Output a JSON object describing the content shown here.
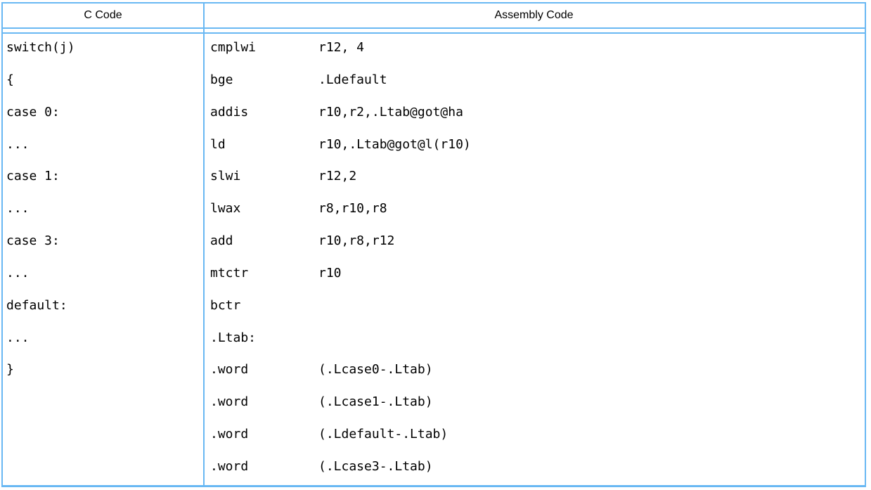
{
  "table": {
    "border_color": "#69b8f3",
    "header": {
      "c_label": "C Code",
      "asm_label": "Assembly Code"
    },
    "rows": [
      {
        "c": "switch(j)",
        "mnemonic": "cmplwi",
        "operands": "r12, 4"
      },
      {
        "c": "{",
        "mnemonic": "bge",
        "operands": ".Ldefault"
      },
      {
        "c": "case 0:",
        "mnemonic": "addis",
        "operands": "r10,r2,.Ltab@got@ha"
      },
      {
        "c": "...",
        "mnemonic": "ld",
        "operands": "r10,.Ltab@got@l(r10)"
      },
      {
        "c": "case 1:",
        "mnemonic": "slwi",
        "operands": "r12,2"
      },
      {
        "c": "...",
        "mnemonic": "lwax",
        "operands": "r8,r10,r8"
      },
      {
        "c": "case 3:",
        "mnemonic": "add",
        "operands": "r10,r8,r12"
      },
      {
        "c": "...",
        "mnemonic": "mtctr",
        "operands": "r10"
      },
      {
        "c": "default:",
        "mnemonic": "bctr",
        "operands": ""
      },
      {
        "c": "...",
        "mnemonic": ".Ltab:",
        "operands": ""
      },
      {
        "c": "}",
        "mnemonic": ".word",
        "operands": "(.Lcase0-.Ltab)"
      },
      {
        "c": "",
        "mnemonic": ".word",
        "operands": "(.Lcase1-.Ltab)"
      },
      {
        "c": "",
        "mnemonic": ".word",
        "operands": "(.Ldefault-.Ltab)"
      },
      {
        "c": "",
        "mnemonic": ".word",
        "operands": "(.Lcase3-.Ltab)"
      }
    ]
  }
}
